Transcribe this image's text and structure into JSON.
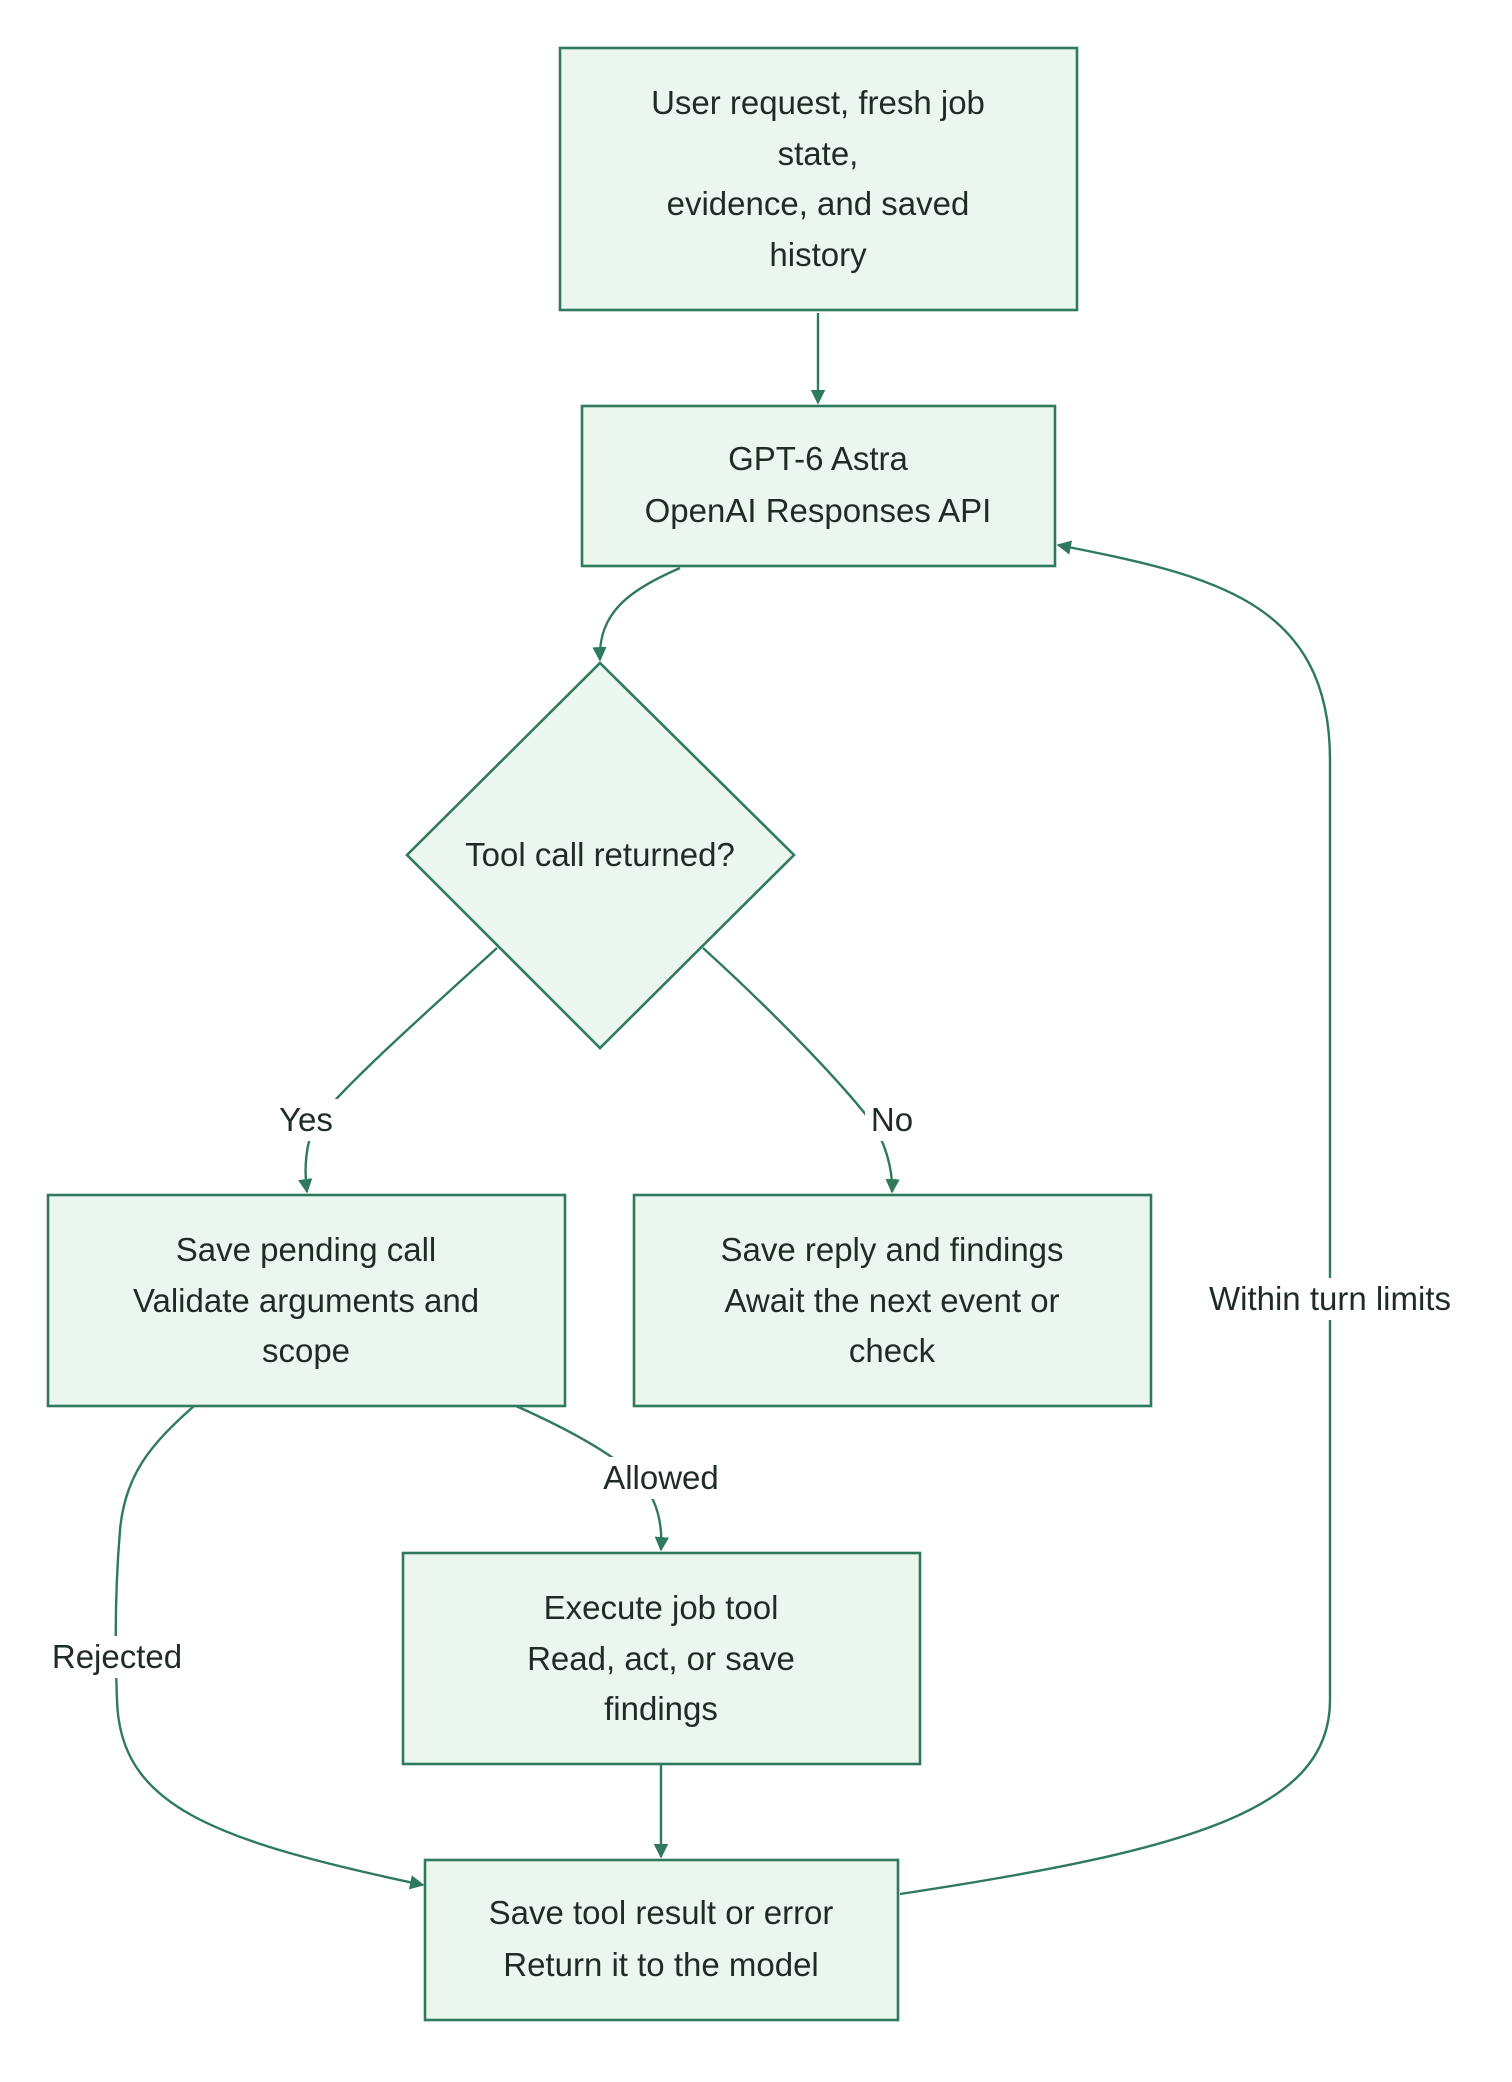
{
  "colors": {
    "node_fill": "#ebf6ef",
    "node_stroke": "#2f7a5d",
    "edge": "#2f7a5d",
    "text": "#1f2b24",
    "background": "#ffffff"
  },
  "nodes": {
    "start": {
      "line1": "User request, fresh job",
      "line2": "state,",
      "line3": "evidence, and saved",
      "line4": "history"
    },
    "model": {
      "line1": "GPT-6 Astra",
      "line2": "OpenAI Responses API"
    },
    "decision": {
      "line1": "Tool call returned?"
    },
    "pending": {
      "line1": "Save pending call",
      "line2": "Validate arguments and",
      "line3": "scope"
    },
    "reply": {
      "line1": "Save reply and findings",
      "line2": "Await the next event or",
      "line3": "check"
    },
    "execute": {
      "line1": "Execute job tool",
      "line2": "Read, act, or save",
      "line3": "findings"
    },
    "result": {
      "line1": "Save tool result or error",
      "line2": "Return it to the model"
    }
  },
  "edge_labels": {
    "yes": "Yes",
    "no": "No",
    "allowed": "Allowed",
    "rejected": "Rejected",
    "within_turn_limits": "Within turn limits"
  }
}
